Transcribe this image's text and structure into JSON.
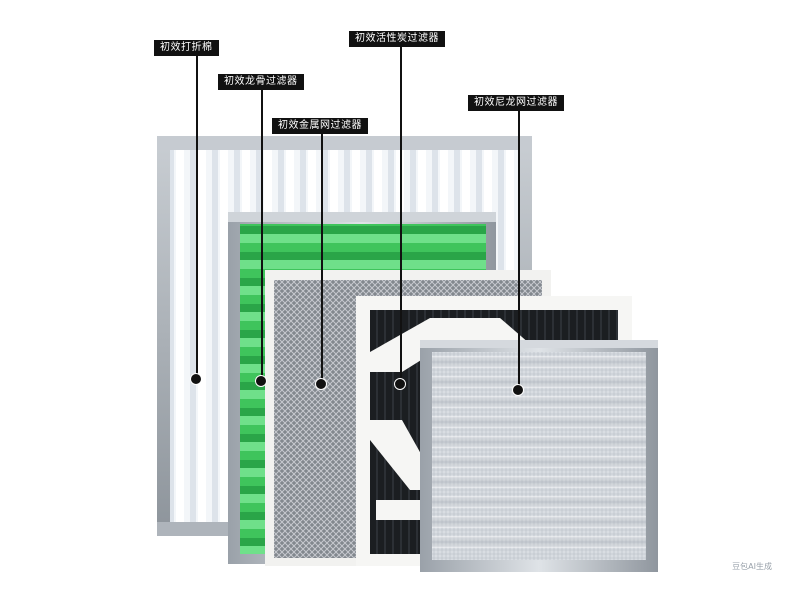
{
  "labels": {
    "cotton": "初效打折棉",
    "keel": "初效龙骨过滤器",
    "metal_mesh": "初效金属网过滤器",
    "carbon": "初效活性炭过滤器",
    "nylon": "初效尼龙网过滤器"
  },
  "watermark": "豆包AI生成",
  "colors": {
    "frame": "#b9bfc6",
    "cotton": "#eef2f6",
    "green_media": "#4fd26b",
    "carbon_media": "#1c1f22",
    "cardboard": "#f4f4f2",
    "callout": "#111111"
  }
}
